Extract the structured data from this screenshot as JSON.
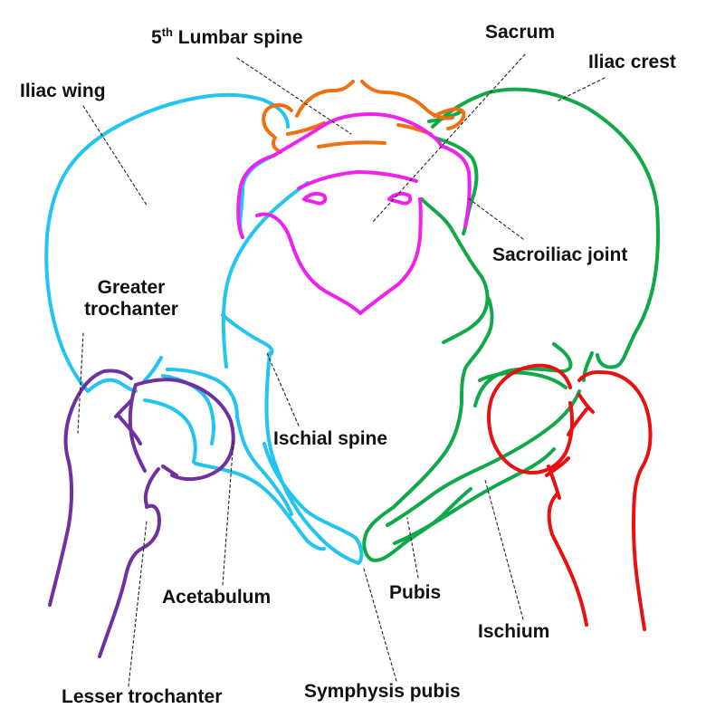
{
  "labels": {
    "lumbar_prefix": "5",
    "lumbar_sup": "th",
    "lumbar_rest": " Lumbar spine",
    "sacrum": "Sacrum",
    "iliac_crest": "Iliac crest",
    "iliac_wing": "Iliac wing",
    "greater_trochanter_line1": "Greater",
    "greater_trochanter_line2": "trochanter",
    "sacroiliac_joint": "Sacroiliac joint",
    "ischial_spine": "Ischial spine",
    "acetabulum": "Acetabulum",
    "pubis": "Pubis",
    "ischium": "Ischium",
    "lesser_trochanter": "Lesser trochanter",
    "symphysis_pubis": "Symphysis pubis"
  },
  "colors": {
    "lumbar_spine": "#f07010",
    "sacrum": "#ee22ee",
    "right_pelvis_blue": "#22c4f0",
    "left_pelvis_green": "#10a848",
    "right_femur_purple": "#7030a0",
    "left_femur_red": "#e81010",
    "leader_lines": "#222222",
    "text": "#111111"
  }
}
